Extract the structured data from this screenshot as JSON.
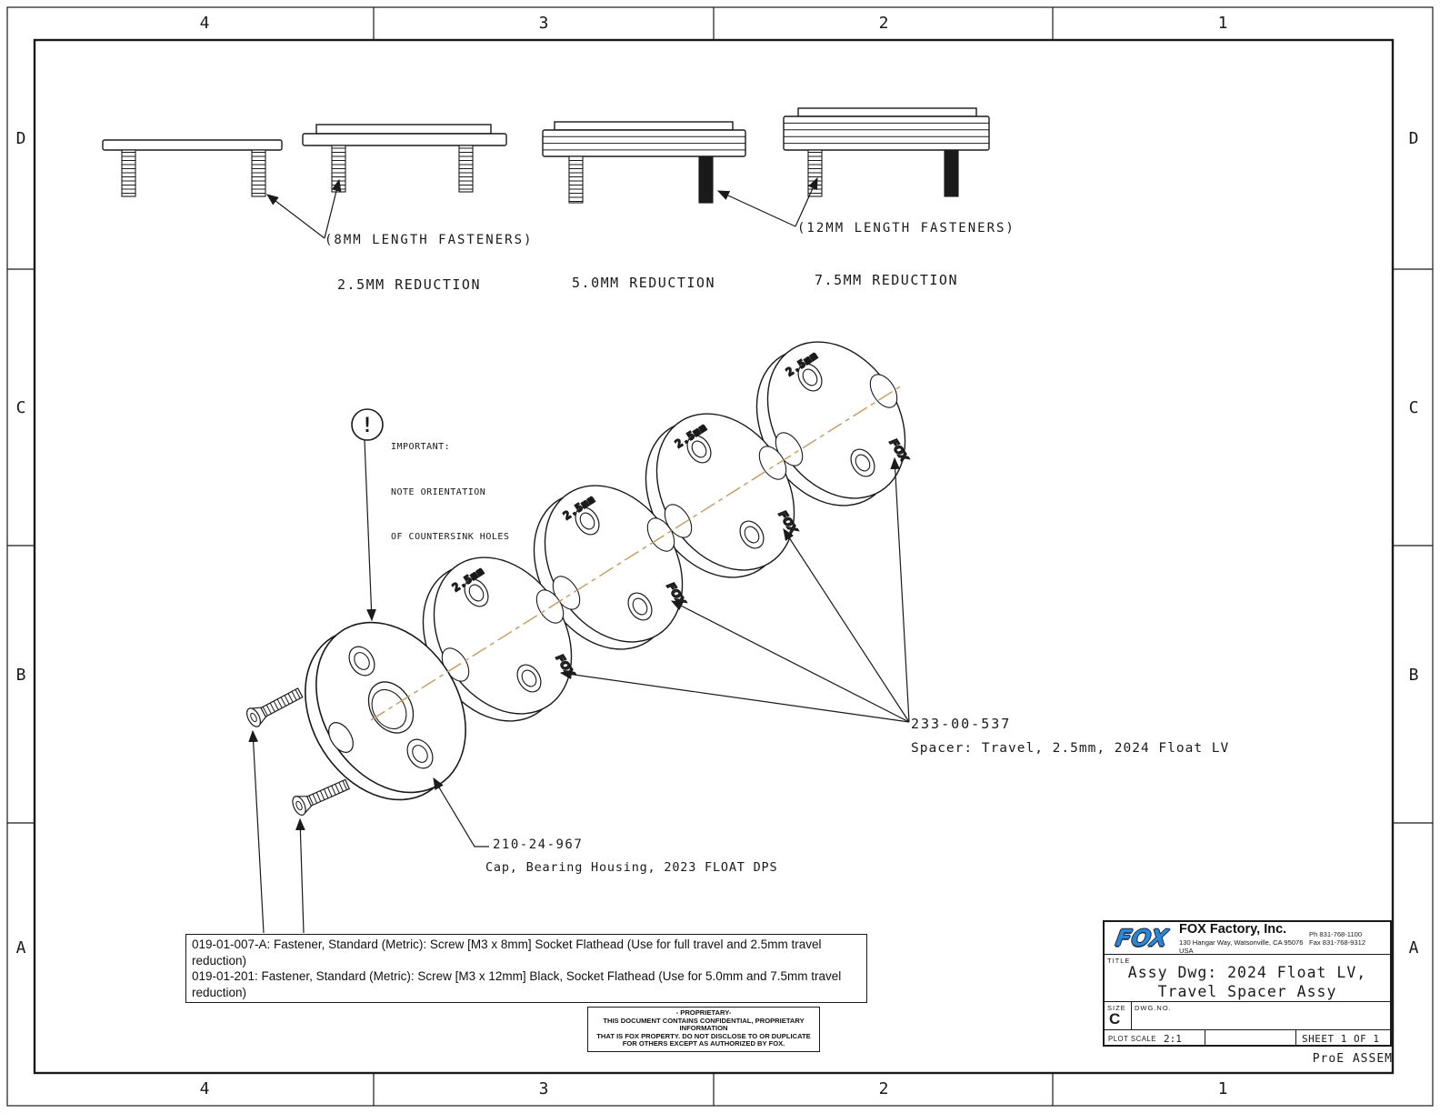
{
  "zones": {
    "columns": [
      "4",
      "3",
      "2",
      "1"
    ],
    "rows": [
      "D",
      "C",
      "B",
      "A"
    ]
  },
  "side_views": {
    "fastener_label_8mm": "(8MM LENGTH FASTENERS)",
    "fastener_label_12mm": "(12MM LENGTH FASTENERS)",
    "reduction_25": "2.5MM REDUCTION",
    "reduction_50": "5.0MM REDUCTION",
    "reduction_75": "7.5MM REDUCTION"
  },
  "important_note": {
    "symbol": "!",
    "line1": "IMPORTANT:",
    "line2": "NOTE ORIENTATION",
    "line3": "OF COUNTERSINK HOLES"
  },
  "spacer_markings": {
    "size": "2.5mm",
    "brand": "FOX"
  },
  "callouts": {
    "spacer_number": "233-00-537",
    "spacer_desc": "Spacer: Travel, 2.5mm, 2024 Float LV",
    "cap_number": "210-24-967",
    "cap_desc": "Cap, Bearing Housing, 2023 FLOAT DPS"
  },
  "fastener_notes": {
    "line1": "019-01-007-A: Fastener, Standard (Metric): Screw [M3 x 8mm] Socket Flathead (Use for full travel and 2.5mm travel reduction)",
    "line2": "019-01-201: Fastener, Standard (Metric): Screw [M3 x 12mm] Black, Socket Flathead (Use for 5.0mm and 7.5mm travel reduction)"
  },
  "proprietary": {
    "line1": "- PROPRIETARY-",
    "line2": "THIS DOCUMENT CONTAINS CONFIDENTIAL, PROPRIETARY INFORMATION",
    "line3": "THAT IS FOX PROPERTY.  DO NOT DISCLOSE TO OR DUPLICATE",
    "line4": "FOR OTHERS EXCEPT AS AUTHORIZED BY FOX."
  },
  "title_block": {
    "logo_text": "FOX",
    "company": "FOX Factory, Inc.",
    "address": "130 Hangar Way, Watsonville, CA 95076 USA",
    "phone": "Ph 831-768-1100",
    "fax": "Fax 831-768-9312",
    "title_label": "TITLE",
    "title_line1": "Assy Dwg: 2024 Float LV,",
    "title_line2": "Travel Spacer Assy",
    "size_label": "SIZE",
    "size_value": "C",
    "dwg_no_label": "DWG.NO.",
    "plot_scale_label": "PLOT SCALE",
    "plot_scale_value": "2:1",
    "sheet_label": "SHEET 1 OF 1"
  },
  "footer": {
    "proe": "ProE ASSEM"
  },
  "colors": {
    "line": "#1a1a1a",
    "fox_blue": "#2b86d8",
    "centerline_tan": "#c49a5e"
  }
}
